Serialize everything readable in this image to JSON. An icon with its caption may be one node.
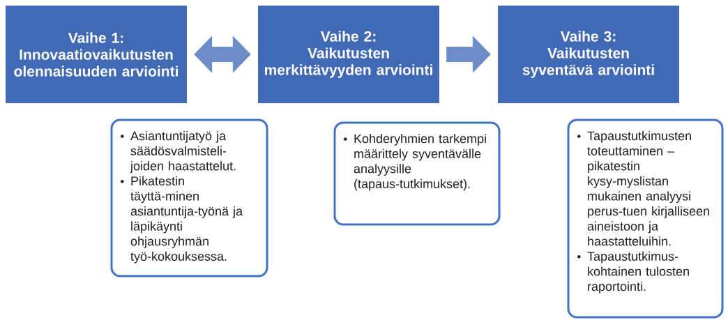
{
  "diagram": {
    "nodes": [
      {
        "text": [
          "Vaihe 1:",
          "Innovaatiovaikutusten olennaisuuden arviointi"
        ]
      },
      {
        "text": [
          "Vaihe 2:",
          "Vaikutusten merkittävyyden arviointi"
        ]
      },
      {
        "text": [
          "Vaihe 3:",
          "Vaikutusten syventävä arviointi"
        ]
      },
      {
        "text": [
          "Asiantuntijatyö ja säädösvalmisteli-joiden haastattelut.",
          "Pikatestin täyttä-minen asiantuntija-työnä ja läpikäynti ohjausryhmän työ-kokouksessa."
        ]
      },
      {
        "text": [
          "Kohderyhmien tarkempi määrittely syventävälle analyysille (tapaus-tutkimukset)."
        ]
      },
      {
        "text": [
          "Tapaustutkimusten toteuttaminen – pikatestin kysy-myslistan mukainen analyysi perus-tuen kirjalliseen aineistoon ja haastatteluihin.",
          "Tapaustutkimus-kohtainen tulosten raportointi."
        ]
      }
    ],
    "edges": [
      {
        "from": 0,
        "to": 1,
        "arrow": "both"
      },
      {
        "from": 1,
        "to": 2,
        "arrow": "to"
      }
    ]
  }
}
